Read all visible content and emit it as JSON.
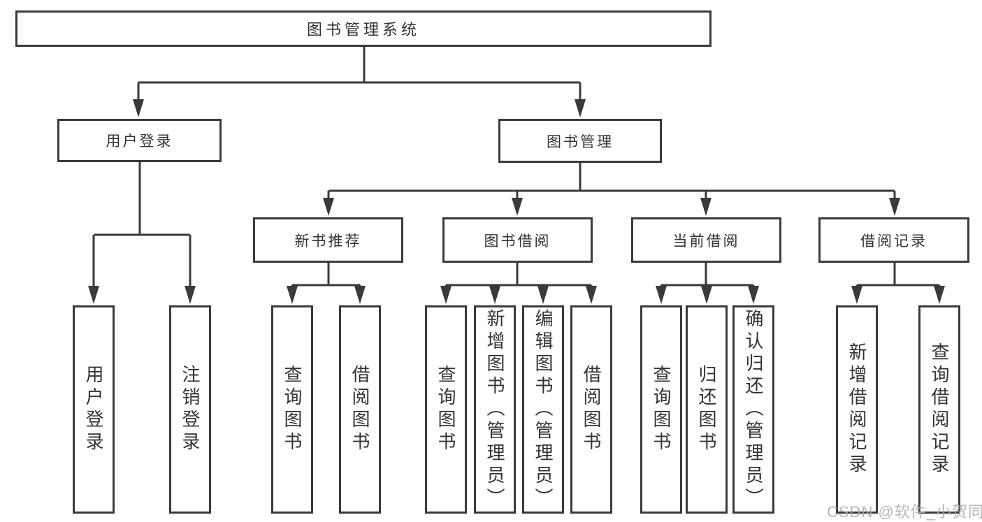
{
  "tree": {
    "label": "图书管理系统",
    "children": [
      {
        "label": "用户登录",
        "children": [
          {
            "label": "用户登录"
          },
          {
            "label": "注销登录"
          }
        ]
      },
      {
        "label": "图书管理",
        "children": [
          {
            "label": "新书推荐",
            "children": [
              {
                "label": "查询图书"
              },
              {
                "label": "借阅图书"
              }
            ]
          },
          {
            "label": "图书借阅",
            "children": [
              {
                "label": "查询图书"
              },
              {
                "label": "新增图书（管理员）"
              },
              {
                "label": "编辑图书（管理员）"
              },
              {
                "label": "借阅图书"
              }
            ]
          },
          {
            "label": "当前借阅",
            "children": [
              {
                "label": "查询图书"
              },
              {
                "label": "归还图书"
              },
              {
                "label": "确认归还（管理员）"
              }
            ]
          },
          {
            "label": "借阅记录",
            "children": [
              {
                "label": "新增借阅记录"
              },
              {
                "label": "查询借阅记录"
              }
            ]
          }
        ]
      }
    ]
  },
  "watermark": "CSDN @软件_小贺同学",
  "colors": {
    "line": "#3a3a3a",
    "text": "#333333",
    "background": "#ffffff",
    "watermark": "#aaaaaa"
  }
}
